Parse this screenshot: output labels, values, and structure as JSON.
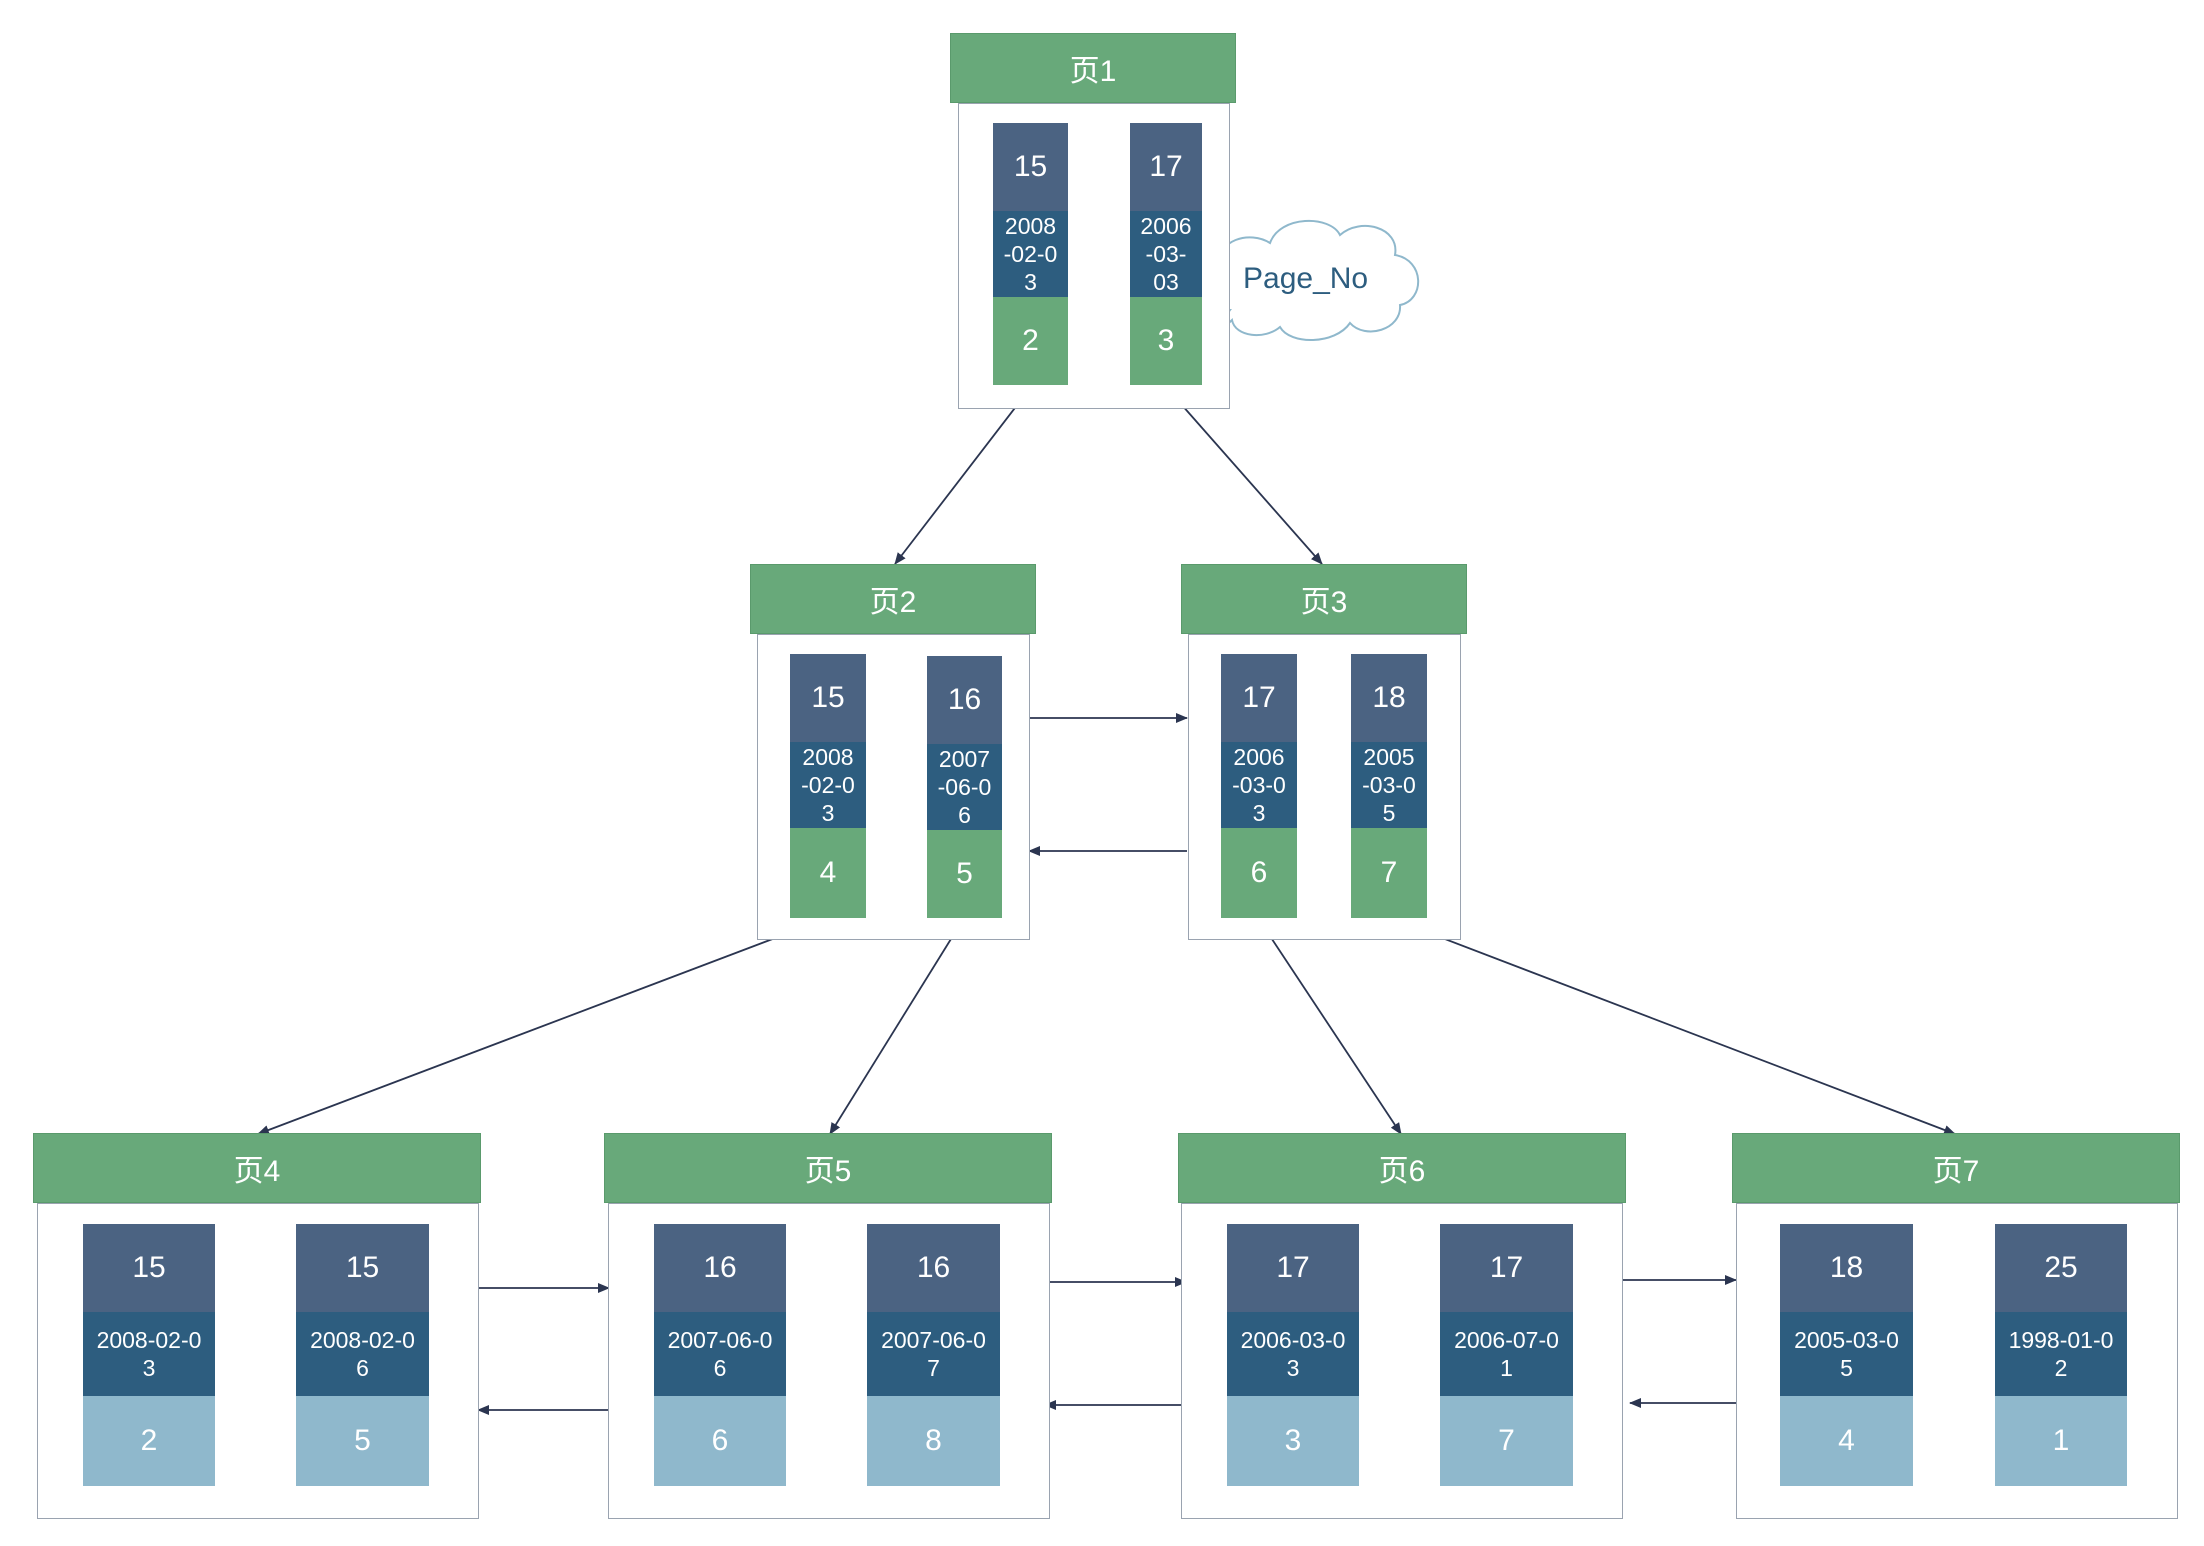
{
  "callout": {
    "label": "Page_No"
  },
  "pages": [
    {
      "id": "p1",
      "title": "页1",
      "records": [
        {
          "key": "15",
          "date": "2008\n-02-0\n3",
          "ptr": "2"
        },
        {
          "key": "17",
          "date": "2006\n-03-\n03",
          "ptr": "3"
        }
      ]
    },
    {
      "id": "p2",
      "title": "页2",
      "records": [
        {
          "key": "15",
          "date": "2008\n-02-0\n3",
          "ptr": "4"
        },
        {
          "key": "16",
          "date": "2007\n-06-0\n6",
          "ptr": "5"
        }
      ]
    },
    {
      "id": "p3",
      "title": "页3",
      "records": [
        {
          "key": "17",
          "date": "2006\n-03-0\n3",
          "ptr": "6"
        },
        {
          "key": "18",
          "date": "2005\n-03-0\n5",
          "ptr": "7"
        }
      ]
    },
    {
      "id": "p4",
      "title": "页4",
      "records": [
        {
          "key": "15",
          "date": "2008-02-0\n3",
          "ptr": "2"
        },
        {
          "key": "15",
          "date": "2008-02-0\n6",
          "ptr": "5"
        }
      ]
    },
    {
      "id": "p5",
      "title": "页5",
      "records": [
        {
          "key": "16",
          "date": "2007-06-0\n6",
          "ptr": "6"
        },
        {
          "key": "16",
          "date": "2007-06-0\n7",
          "ptr": "8"
        }
      ]
    },
    {
      "id": "p6",
      "title": "页6",
      "records": [
        {
          "key": "17",
          "date": "2006-03-0\n3",
          "ptr": "3"
        },
        {
          "key": "17",
          "date": "2006-07-0\n1",
          "ptr": "7"
        }
      ]
    },
    {
      "id": "p7",
      "title": "页7",
      "records": [
        {
          "key": "18",
          "date": "2005-03-0\n5",
          "ptr": "4"
        },
        {
          "key": "25",
          "date": "1998-01-0\n2",
          "ptr": "1"
        }
      ]
    }
  ]
}
